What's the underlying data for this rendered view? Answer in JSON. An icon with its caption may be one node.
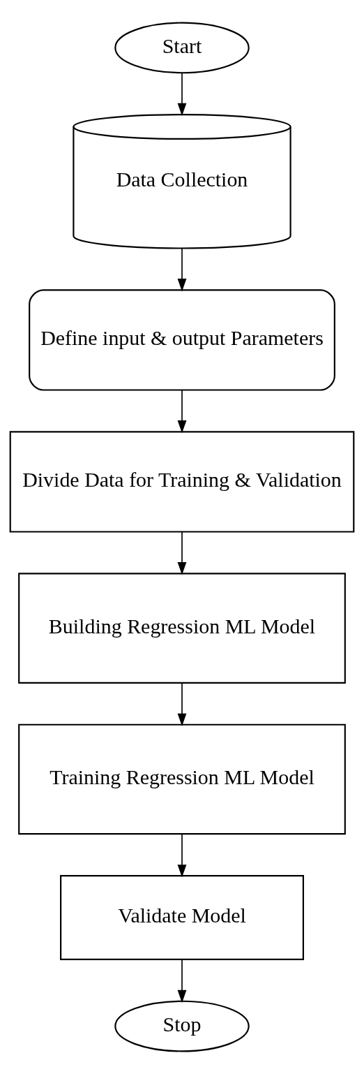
{
  "diagram": {
    "nodes": [
      {
        "text": [
          "Start"
        ]
      },
      {
        "text": [
          "Data Collection"
        ]
      },
      {
        "text": [
          "Define input & output Parameters"
        ]
      },
      {
        "text": [
          "Divide Data for Training & Validation"
        ]
      },
      {
        "text": [
          "Building Regression ML Model"
        ]
      },
      {
        "text": [
          "Training Regression ML Model"
        ]
      },
      {
        "text": [
          "Validate Model"
        ]
      },
      {
        "text": [
          "Stop"
        ]
      }
    ],
    "edges": [
      {
        "from": 0,
        "to": 1,
        "arrow": "to"
      },
      {
        "from": 1,
        "to": 2,
        "arrow": "to"
      },
      {
        "from": 2,
        "to": 3,
        "arrow": "to"
      },
      {
        "from": 3,
        "to": 4,
        "arrow": "to"
      },
      {
        "from": 4,
        "to": 5,
        "arrow": "to"
      },
      {
        "from": 5,
        "to": 6,
        "arrow": "to"
      },
      {
        "from": 6,
        "to": 7,
        "arrow": "to"
      }
    ]
  }
}
